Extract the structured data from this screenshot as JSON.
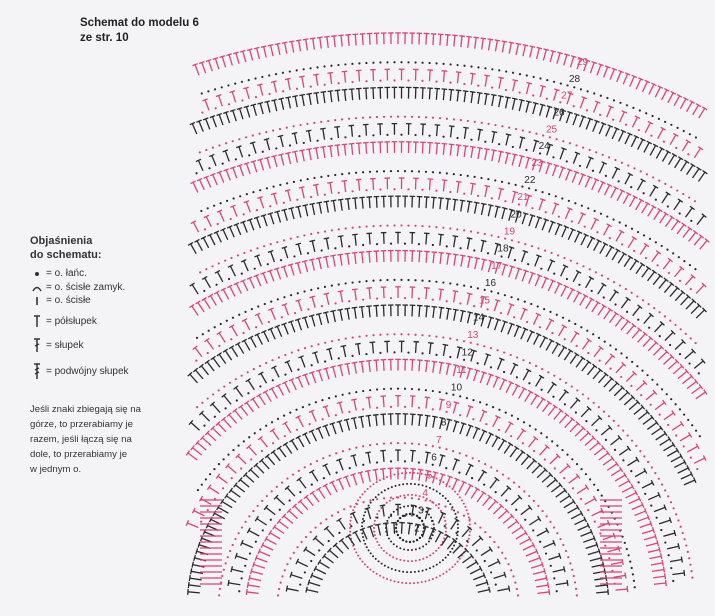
{
  "header": {
    "title_line1": "Schemat do modelu 6",
    "title_line2": "ze str. 10"
  },
  "legend": {
    "heading_line1": "Objaśnienia",
    "heading_line2": "do schematu:",
    "items": [
      {
        "symbol": "chain-dot",
        "label": "= o. łańc."
      },
      {
        "symbol": "slip-stitch-arc",
        "label": "= o. ścisłe zamyk."
      },
      {
        "symbol": "single-crochet-bar",
        "label": "= o. ścisłe"
      },
      {
        "symbol": "half-double-crochet",
        "label": "= półsłupek"
      },
      {
        "symbol": "double-crochet",
        "label": "= słupek"
      },
      {
        "symbol": "treble-crochet",
        "label": "= podwójny słupek"
      }
    ]
  },
  "note": {
    "lines": [
      "Jeśli znaki zbiegają się na",
      "górze, to przerabiamy je",
      "razem, jeśli łączą się na",
      "dole, to przerabiamy je",
      "w jednym o."
    ]
  },
  "colors": {
    "pink": "#d8457a",
    "dark": "#2a2a2a",
    "text": "#333333"
  },
  "row_numbers": [
    "2",
    "3",
    "4",
    "5",
    "6",
    "7",
    "8",
    "9",
    "10",
    "11",
    "12",
    "13",
    "14",
    "15",
    "16",
    "17",
    "18",
    "19",
    "20",
    "21",
    "22",
    "23",
    "24",
    "25",
    "26",
    "27",
    "28",
    "29"
  ],
  "row_colors": [
    "dark",
    "dark",
    "pink",
    "pink",
    "dark",
    "pink",
    "dark",
    "pink",
    "dark",
    "pink",
    "dark",
    "pink",
    "dark",
    "pink",
    "dark",
    "pink",
    "dark",
    "pink",
    "dark",
    "pink",
    "dark",
    "pink",
    "dark",
    "pink",
    "dark",
    "pink",
    "dark",
    "pink"
  ]
}
